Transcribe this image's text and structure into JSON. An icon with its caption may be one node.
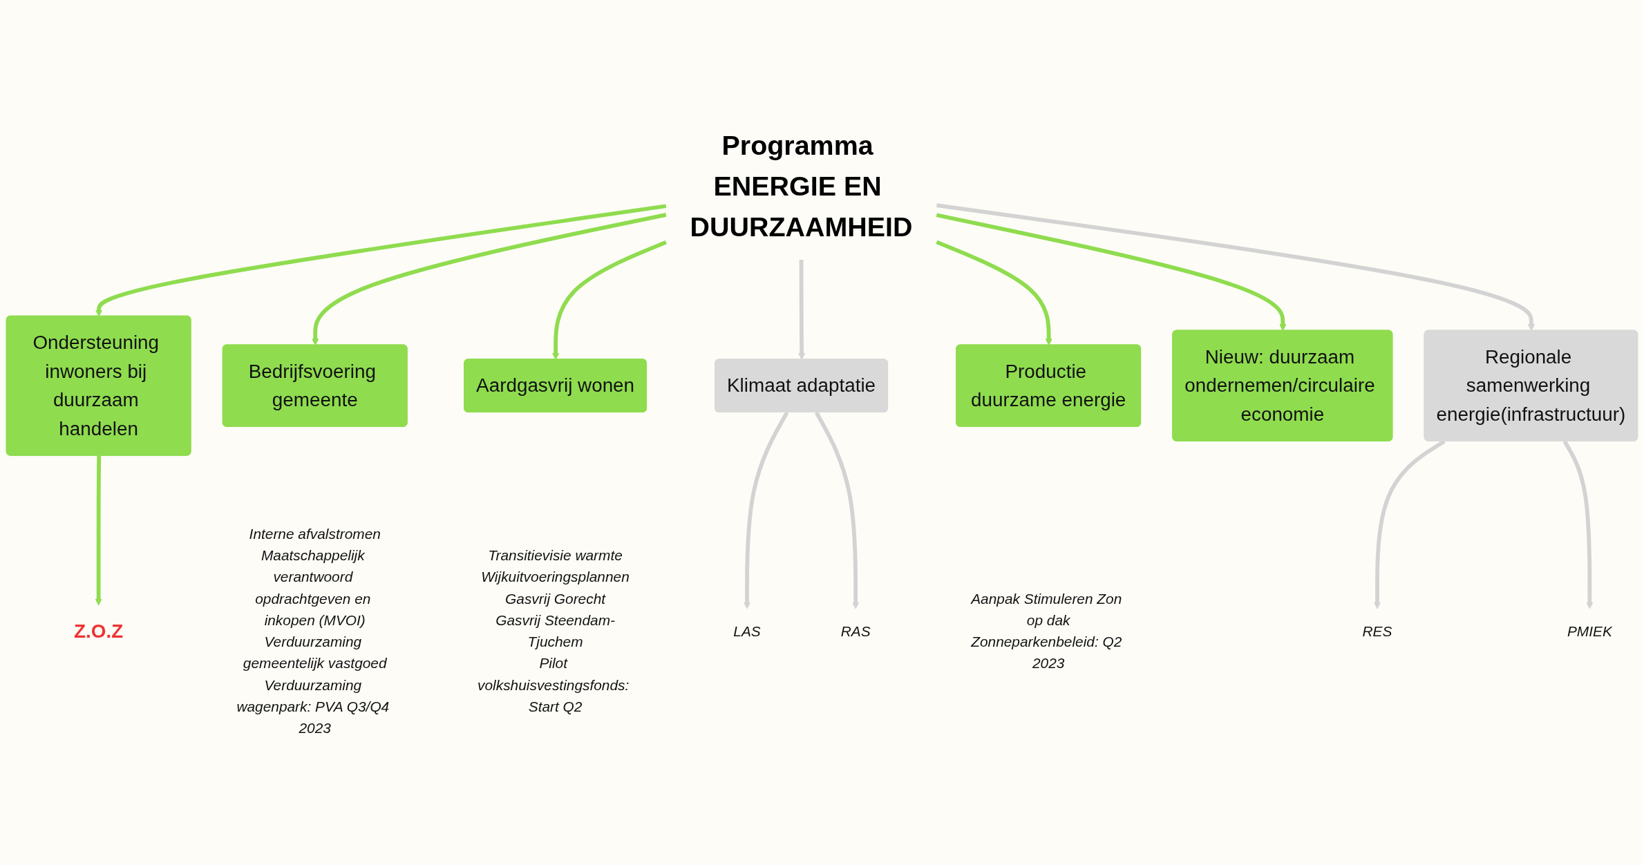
{
  "diagram": {
    "nodes": [
      {
        "text": [
          "Programma ENERGIE EN DUURZAAMHEID"
        ]
      },
      {
        "text": [
          "Ondersteuning inwoners bij duurzaam handelen"
        ]
      },
      {
        "text": [
          "Z.O.Z"
        ]
      },
      {
        "text": [
          "Bedrijfsvoering gemeente"
        ],
        "beside": [
          "Interne afvalstromen",
          "Maatschappelijk verantwoord opdrachtgeven en inkopen (MVOI)",
          "Verduurzaming gemeentelijk vastgoed",
          "Verduurzaming wagenpark: PVA Q3/Q4 2023"
        ]
      },
      {
        "text": [
          "Aardgasvrij wonen"
        ],
        "beside": [
          "Transitievisie warmte",
          "Wijkuitvoeringsplannen",
          "Gasvrij Gorecht",
          "Gasvrij Steendam-Tjuchem",
          "Pilot volkshuisvestingsfonds: Start Q2"
        ]
      },
      {
        "text": [
          "Klimaat adaptatie"
        ]
      },
      {
        "text": [
          "LAS"
        ]
      },
      {
        "text": [
          "RAS"
        ]
      },
      {
        "text": [
          "Productie duurzame energie"
        ],
        "beside": [
          "Aanpak Stimuleren Zon op dak",
          "Zonneparkenbeleid: Q2 2023"
        ]
      },
      {
        "text": [
          "Nieuw: duurzaam ondernemen/circulaire economie"
        ]
      },
      {
        "text": [
          "Regionale samenwerking energie(infrastructuur)"
        ]
      },
      {
        "text": [
          "RES"
        ]
      },
      {
        "text": [
          "PMIEK"
        ]
      }
    ],
    "edges": [
      {
        "from": 0,
        "to": 1,
        "arrow": "to"
      },
      {
        "from": 1,
        "to": 2,
        "arrow": "to"
      },
      {
        "from": 0,
        "to": 3,
        "arrow": "to"
      },
      {
        "from": 0,
        "to": 4,
        "arrow": "to"
      },
      {
        "from": 0,
        "to": 5,
        "arrow": "to",
        "color": "#d3d3d3"
      },
      {
        "from": 5,
        "to": 6,
        "arrow": "to",
        "color": "#d3d3d3"
      },
      {
        "from": 5,
        "to": 7,
        "arrow": "to",
        "color": "#d3d3d3"
      },
      {
        "from": 0,
        "to": 8,
        "arrow": "to"
      },
      {
        "from": 0,
        "to": 9,
        "arrow": "to"
      },
      {
        "from": 0,
        "to": 10,
        "arrow": "to",
        "color": "#d3d3d3"
      },
      {
        "from": 10,
        "to": 11,
        "arrow": "to",
        "color": "#d3d3d3"
      },
      {
        "from": 10,
        "to": 12,
        "arrow": "to",
        "color": "#d3d3d3"
      }
    ]
  }
}
